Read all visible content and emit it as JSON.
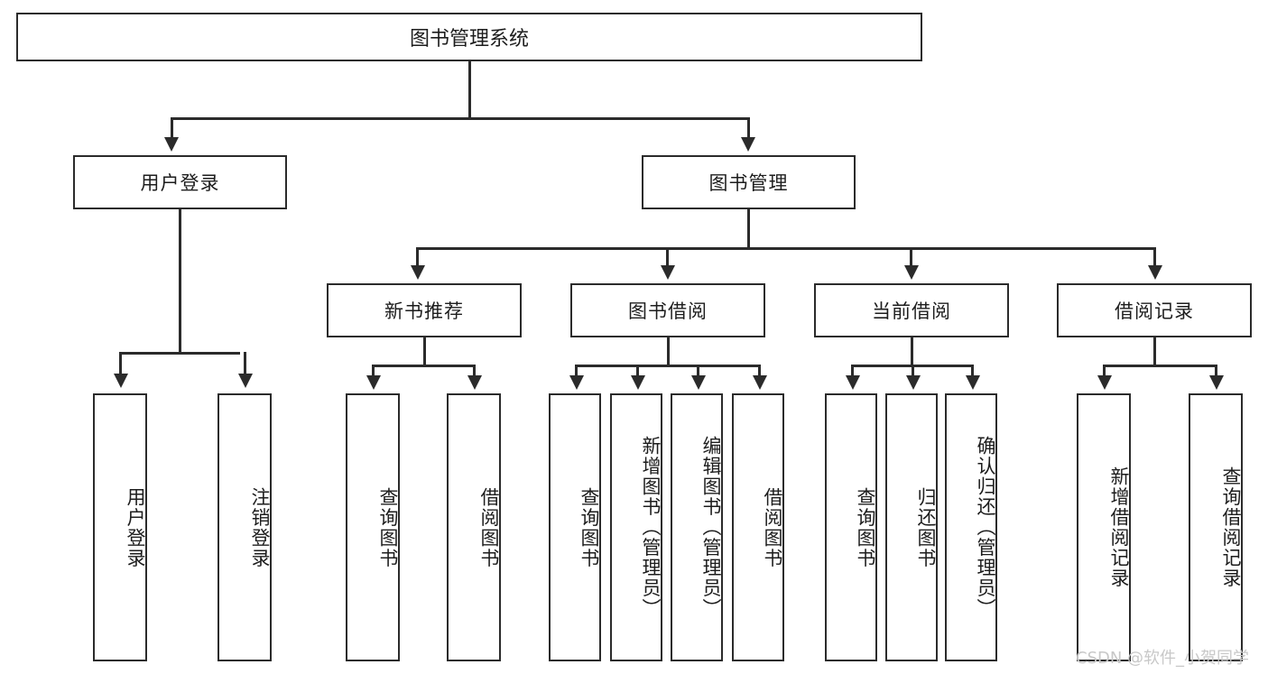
{
  "diagram": {
    "type": "tree-hierarchy-diagram",
    "title": "图书管理系统",
    "root": {
      "label": "图书管理系统"
    },
    "level2": [
      {
        "label": "用户登录"
      },
      {
        "label": "图书管理"
      }
    ],
    "level3": [
      {
        "label": "新书推荐"
      },
      {
        "label": "图书借阅"
      },
      {
        "label": "当前借阅"
      },
      {
        "label": "借阅记录"
      }
    ],
    "leaves": {
      "user_login": [
        {
          "label": "用户登录"
        },
        {
          "label": "注销登录"
        }
      ],
      "new_book_recommend": [
        {
          "label": "查询图书"
        },
        {
          "label": "借阅图书"
        }
      ],
      "book_borrow": [
        {
          "label": "查询图书"
        },
        {
          "label": "新增图书（管理员）"
        },
        {
          "label": "编辑图书（管理员）"
        },
        {
          "label": "借阅图书"
        }
      ],
      "current_borrow": [
        {
          "label": "查询图书"
        },
        {
          "label": "归还图书"
        },
        {
          "label": "确认归还（管理员）"
        }
      ],
      "borrow_record": [
        {
          "label": "新增借阅记录"
        },
        {
          "label": "查询借阅记录"
        }
      ]
    },
    "watermark": "CSDN @软件_小贺同学",
    "colors": {
      "stroke": "#2b2b2b",
      "fill": "#ffffff",
      "text": "#1d1d1d",
      "watermark": "#c8c8c8"
    }
  }
}
